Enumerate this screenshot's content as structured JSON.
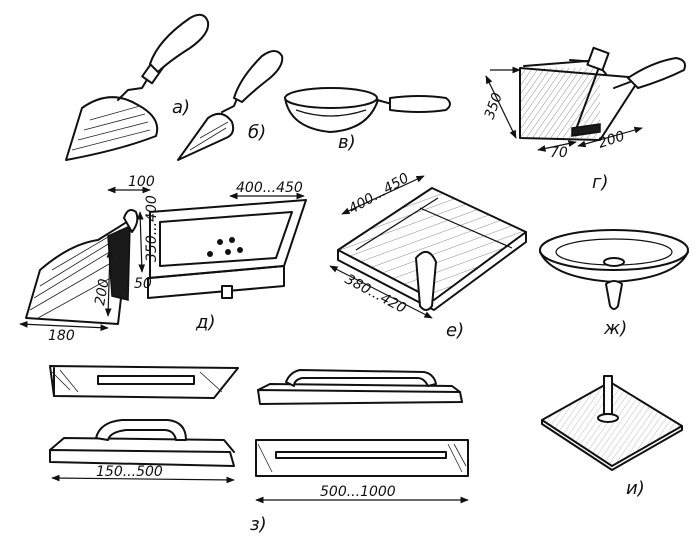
{
  "figure": {
    "labels": {
      "a": "а)",
      "b": "б)",
      "v": "в)",
      "g": "г)",
      "d": "д)",
      "e": "е)",
      "zh": "ж)",
      "z": "з)",
      "i": "и)"
    },
    "dimensions": {
      "g_height": "350",
      "g_bottom_left": "70",
      "g_bottom_right": "200",
      "d_top_left": "100",
      "d_height_side": "350...400",
      "d_top_right": "400...450",
      "d_small": "50",
      "d_vertical": "200",
      "d_bottom": "180",
      "e_top": "400...450",
      "e_bottom": "380...420",
      "z_left": "150...500",
      "z_right": "500...1000"
    }
  }
}
